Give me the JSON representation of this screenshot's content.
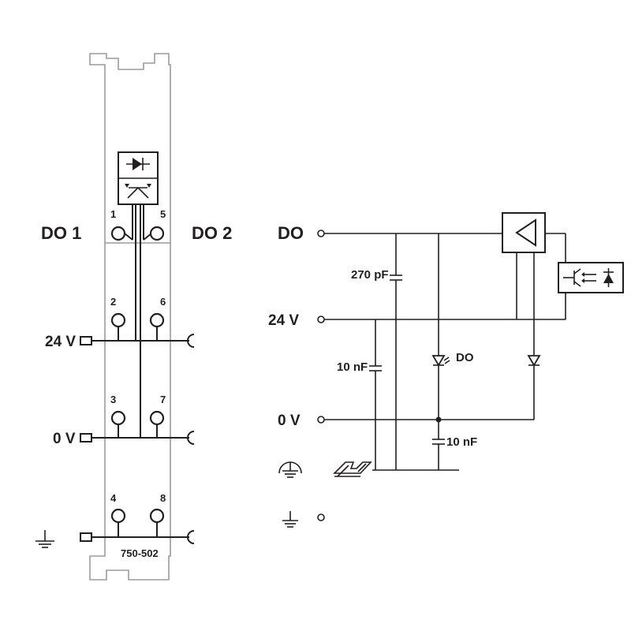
{
  "module": {
    "left_label": "DO 1",
    "right_label": "DO 2",
    "part_number": "750-502",
    "terminals": [
      "1",
      "5",
      "2",
      "6",
      "3",
      "7",
      "4",
      "8"
    ],
    "rail_labels": {
      "v24": "24 V",
      "v0": "0 V"
    }
  },
  "schematic": {
    "labels": {
      "do": "DO",
      "v24": "24 V",
      "v0": "0 V",
      "cap1": "270 pF",
      "cap2": "10 nF",
      "cap3": "10 nF",
      "led": "DO"
    }
  },
  "icons": [
    "ground-icon",
    "chassis-ground-icon",
    "din-rail-icon",
    "diode-icon",
    "led-icon",
    "optocoupler-icon",
    "amplifier-icon"
  ]
}
